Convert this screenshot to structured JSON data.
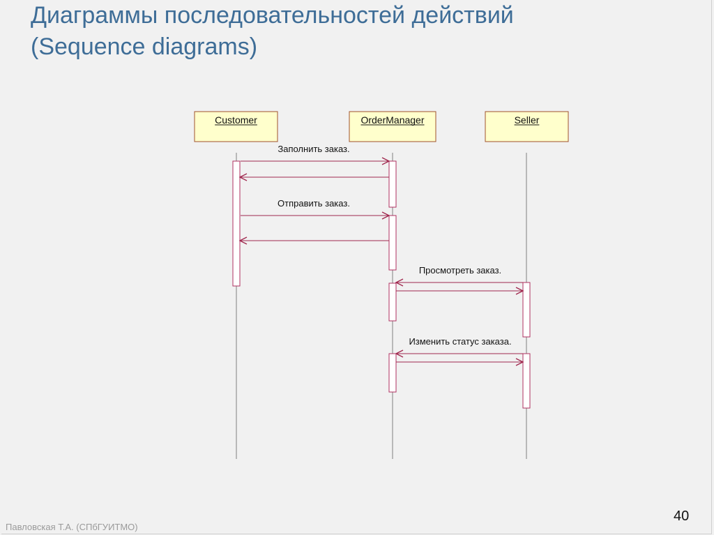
{
  "slide": {
    "title_line1": "Диаграммы последовательностей действий",
    "title_line2": "(Sequence diagrams)",
    "author": "Павловская Т.А. (СПбГУИТМО)",
    "page_number": "40"
  },
  "diagram": {
    "actors": [
      {
        "id": "customer",
        "name": "Customer"
      },
      {
        "id": "ordermanager",
        "name": "OrderManager"
      },
      {
        "id": "seller",
        "name": "Seller"
      }
    ],
    "messages": [
      {
        "from": "customer",
        "to": "ordermanager",
        "label": "Заполнить заказ."
      },
      {
        "from": "ordermanager",
        "to": "customer",
        "label": ""
      },
      {
        "from": "customer",
        "to": "ordermanager",
        "label": "Отправить заказ."
      },
      {
        "from": "ordermanager",
        "to": "customer",
        "label": ""
      },
      {
        "from": "seller",
        "to": "ordermanager",
        "label": "Просмотреть заказ."
      },
      {
        "from": "ordermanager",
        "to": "seller",
        "label": ""
      },
      {
        "from": "seller",
        "to": "ordermanager",
        "label": "Изменить статус заказа."
      },
      {
        "from": "ordermanager",
        "to": "seller",
        "label": ""
      }
    ],
    "colors": {
      "actor_fill": "#ffffcc",
      "actor_border": "#a0522d",
      "message_line": "#a0284e",
      "lifeline": "#808080",
      "activation_border": "#b03060"
    }
  }
}
